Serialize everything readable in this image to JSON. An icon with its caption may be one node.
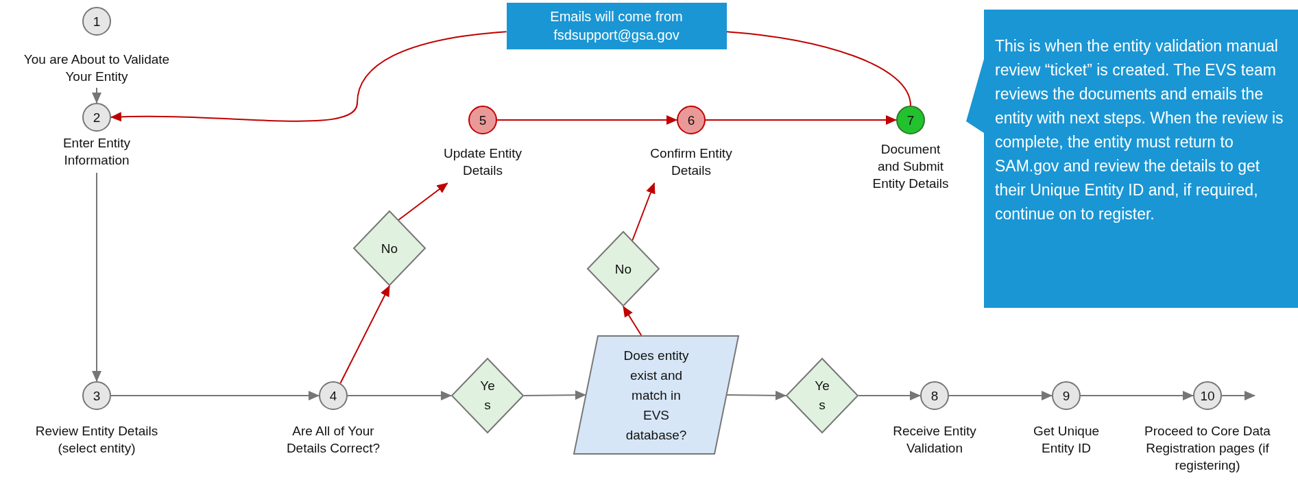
{
  "diagram": {
    "nodes": [
      {
        "text": [
          "1"
        ],
        "beside": [
          "You are About to Validate Your Entity"
        ]
      },
      {
        "text": [
          "2"
        ],
        "beside": [
          "Enter Entity Information"
        ]
      },
      {
        "text": [
          "3"
        ],
        "beside": [
          "Review Entity Details (select entity)"
        ]
      },
      {
        "text": [
          "4"
        ],
        "beside": [
          "Are All of Your Details Correct?"
        ]
      },
      {
        "text": [
          "No"
        ]
      },
      {
        "text": [
          "5"
        ],
        "beside": [
          "Update Entity Details"
        ]
      },
      {
        "text": [
          "No"
        ]
      },
      {
        "text": [
          "6"
        ],
        "beside": [
          "Confirm Entity Details"
        ]
      },
      {
        "text": [
          "7"
        ],
        "beside": [
          "Document and Submit Entity Details"
        ]
      },
      {
        "text": [
          "Yes"
        ]
      },
      {
        "text": [
          "Does entity exist and match in EVS database?"
        ]
      },
      {
        "text": [
          "Yes"
        ]
      },
      {
        "text": [
          "8"
        ],
        "beside": [
          "Receive Entity Validation"
        ]
      },
      {
        "text": [
          "9"
        ],
        "beside": [
          "Get Unique Entity ID"
        ]
      },
      {
        "text": [
          "10"
        ],
        "beside": [
          "Proceed to Core Data Registration pages (if registering)"
        ]
      },
      {
        "text": [
          "Emails will come from fsdsupport@gsa.gov"
        ]
      },
      {
        "text": [
          "This is when the entity validation manual review “ticket” is created. The EVS team reviews the documents and emails the entity with next steps. When the review is complete, the entity must return to SAM.gov and review the details to get their Unique Entity ID and, if required, continue on to register."
        ]
      }
    ],
    "edges": [
      {
        "from": 0,
        "to": 1,
        "arrow": "to"
      },
      {
        "from": 1,
        "to": 2,
        "arrow": "to"
      },
      {
        "from": 2,
        "to": 3,
        "arrow": "to"
      },
      {
        "from": 3,
        "to": 4,
        "arrow": "to",
        "color": "#c00000"
      },
      {
        "from": 4,
        "to": 5,
        "arrow": "to",
        "color": "#c00000"
      },
      {
        "from": 5,
        "to": 7,
        "arrow": "to",
        "color": "#c00000"
      },
      {
        "from": 7,
        "to": 8,
        "arrow": "to",
        "color": "#c00000"
      },
      {
        "from": 3,
        "to": 9,
        "arrow": "to"
      },
      {
        "from": 9,
        "to": 10,
        "arrow": "to"
      },
      {
        "from": 10,
        "to": 6,
        "arrow": "to",
        "color": "#c00000"
      },
      {
        "from": 6,
        "to": 7,
        "arrow": "to",
        "color": "#c00000"
      },
      {
        "from": 10,
        "to": 11,
        "arrow": "to"
      },
      {
        "from": 11,
        "to": 12,
        "arrow": "to"
      },
      {
        "from": 12,
        "to": 13,
        "arrow": "to"
      },
      {
        "from": 13,
        "to": 14,
        "arrow": "to"
      },
      {
        "from": 14,
        "to": null,
        "arrow": "to"
      },
      {
        "from": 8,
        "to": 15,
        "arrow": "none",
        "color": "#c00000"
      },
      {
        "from": 15,
        "to": 1,
        "arrow": "to",
        "color": "#c00000"
      }
    ]
  }
}
